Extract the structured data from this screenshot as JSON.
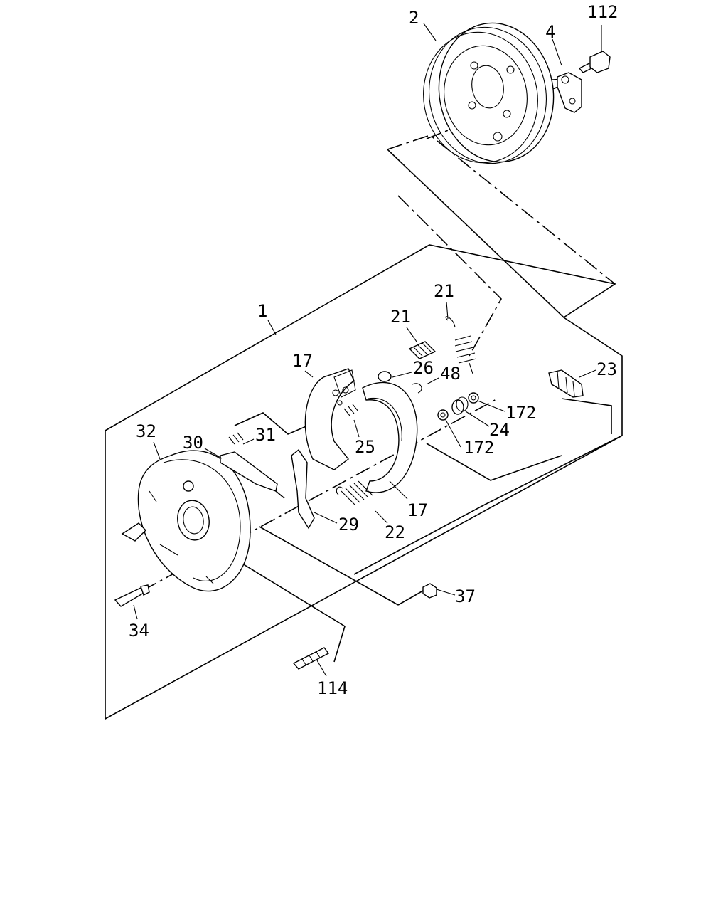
{
  "labels": {
    "drum": "2",
    "clip": "4",
    "bleeder": "112",
    "assembly": "1",
    "spring_upper_right": "21",
    "spring_upper_left": "21",
    "shoe_rear": "17",
    "washer_26": "26",
    "clip_48": "48",
    "cylinder": "23",
    "washer_172_a": "172",
    "spring_24": "24",
    "washer_172_b": "172",
    "spring_25": "25",
    "plate": "32",
    "lever": "30",
    "spring_31": "31",
    "shoe_front": "17",
    "strut": "29",
    "spring_22": "22",
    "nut": "37",
    "bolt": "34",
    "stud": "114"
  }
}
